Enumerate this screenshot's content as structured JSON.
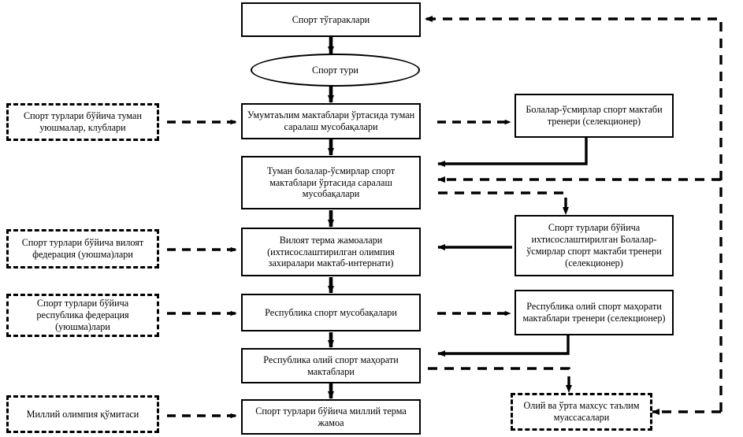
{
  "diagram": {
    "title": "Sport tayyorgarlik tizimi blok-sxemasi",
    "colors": {
      "line": "#000000",
      "fill": "#ffffff",
      "text": "#000000"
    },
    "center_column": [
      {
        "id": "sport-clubs",
        "shape": "rect",
        "text": "Спорт тўгараклари"
      },
      {
        "id": "sport-type",
        "shape": "ellipse",
        "text": "Спорт тури"
      },
      {
        "id": "school-district",
        "shape": "rect",
        "text": "Умумтаълим мактаблари ўртасида туман саралаш мусобақалари"
      },
      {
        "id": "district-youth",
        "shape": "rect",
        "text": "Туман болалар-ўсмирлар спорт мактаблари ўртасида саралаш мусобақалари"
      },
      {
        "id": "region-team",
        "shape": "rect",
        "text": "Вилоят терма жамоалари (ихтисослаштирилган олимпия захиралари мактаб-интернати)"
      },
      {
        "id": "republic-comp",
        "shape": "rect",
        "text": "Республика спорт мусобақалари"
      },
      {
        "id": "republic-school",
        "shape": "rect",
        "text": "Республика олий спорт маҳорати мактаблари"
      },
      {
        "id": "national-team",
        "shape": "rect",
        "text": "Спорт турлари бўйича миллий терма жамоа"
      }
    ],
    "left_column": [
      {
        "id": "district-unions",
        "text": "Спорт турлари бўйича туман уюшмалар, клублари"
      },
      {
        "id": "region-federation",
        "text": "Спорт турлари бўйича вилоят федерация (уюшма)лари"
      },
      {
        "id": "republic-federation",
        "text": "Спорт турлари бўйича республика федерация (уюшма)лари"
      },
      {
        "id": "olympic-committee",
        "text": "Миллий олимпия қўмитаси"
      }
    ],
    "right_column": [
      {
        "id": "youth-coach",
        "text": "Болалар-ўсмирлар спорт мактаби тренери (селекционер)"
      },
      {
        "id": "specialized-coach",
        "text": "Спорт турлари бўйича ихтисослаштирилган Болалар-ўсмирлар спорт мактаби тренери (селекционер)"
      },
      {
        "id": "republic-coach",
        "text": "Республика олий спорт маҳорати мактаблари тренери (селекционер)"
      },
      {
        "id": "higher-education",
        "text": "Олий ва ўрта махсус таълим муассасалари"
      }
    ],
    "connectors": [
      {
        "from": "sport-clubs",
        "to": "sport-type",
        "style": "solid",
        "arrow": "down"
      },
      {
        "from": "sport-type",
        "to": "school-district",
        "style": "solid",
        "arrow": "down"
      },
      {
        "from": "school-district",
        "to": "district-youth",
        "style": "solid",
        "arrow": "down"
      },
      {
        "from": "district-youth",
        "to": "region-team",
        "style": "solid",
        "arrow": "down"
      },
      {
        "from": "region-team",
        "to": "republic-comp",
        "style": "solid",
        "arrow": "down"
      },
      {
        "from": "republic-comp",
        "to": "republic-school",
        "style": "solid",
        "arrow": "down"
      },
      {
        "from": "republic-school",
        "to": "national-team",
        "style": "solid",
        "arrow": "down"
      },
      {
        "from": "district-unions",
        "to": "school-district",
        "style": "dashed",
        "arrow": "right"
      },
      {
        "from": "region-federation",
        "to": "region-team",
        "style": "dashed",
        "arrow": "right"
      },
      {
        "from": "republic-federation",
        "to": "republic-comp",
        "style": "dashed",
        "arrow": "right"
      },
      {
        "from": "olympic-committee",
        "to": "national-team",
        "style": "dashed",
        "arrow": "right"
      },
      {
        "from": "youth-coach",
        "to": "district-youth",
        "style": "solid",
        "arrow": "left"
      },
      {
        "from": "specialized-coach",
        "to": "region-team",
        "style": "solid",
        "arrow": "left"
      },
      {
        "from": "republic-coach",
        "to": "republic-school",
        "style": "solid",
        "arrow": "left"
      },
      {
        "from": "district-youth",
        "to": "specialized-coach",
        "style": "dashed",
        "arrow": "down"
      },
      {
        "from": "republic-school",
        "to": "higher-education",
        "style": "dashed",
        "arrow": "down"
      },
      {
        "from": "national-team",
        "to": "sport-clubs",
        "style": "dashed",
        "arrow": "left-loop"
      },
      {
        "from": "national-team",
        "to": "higher-education",
        "style": "dashed",
        "arrow": "left"
      },
      {
        "from": "loop-right",
        "to": "district-youth",
        "style": "dashed",
        "arrow": "left"
      }
    ]
  }
}
